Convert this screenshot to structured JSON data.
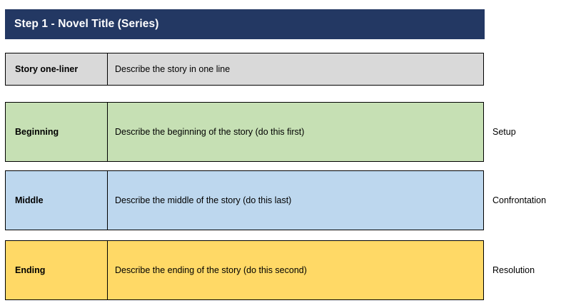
{
  "header": {
    "title": "Step 1 - Novel Title (Series)",
    "background_color": "#233863",
    "text_color": "#FFFFFF"
  },
  "table": {
    "rows": [
      {
        "label": "Story one-liner",
        "description": "Describe the story in one line",
        "fill_color": "#D9D9D9",
        "side_note": ""
      },
      {
        "label": "Beginning",
        "description": "Describe the beginning of the story (do this first)",
        "fill_color": "#C6E0B4",
        "side_note": "Setup"
      },
      {
        "label": "Middle",
        "description": "Describe the middle of the story (do this last)",
        "fill_color": "#BDD7EE",
        "side_note": "Confrontation"
      },
      {
        "label": "Ending",
        "description": "Describe the ending of the story (do this second)",
        "fill_color": "#FFD966",
        "side_note": "Resolution"
      }
    ]
  },
  "annotations": {
    "setup": "Setup",
    "confrontation": "Confrontation",
    "resolution": "Resolution"
  }
}
